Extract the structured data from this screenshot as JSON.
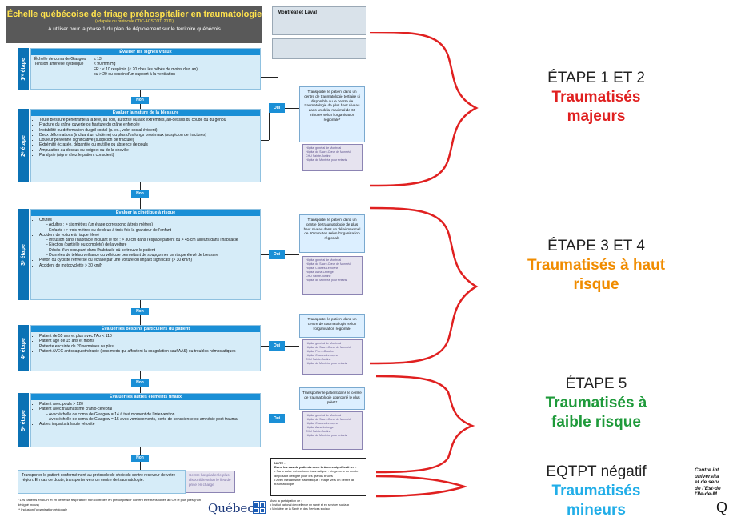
{
  "header": {
    "title": "Échelle québécoise de triage préhospitalier en traumatologie",
    "subtitle": "(adaptée du protocole CDC-ACSCOT, 2011)",
    "usage": "À utiliser pour la phase 1 du plan de déploiement sur le territoire québécois"
  },
  "region": {
    "label": "Montréal et Laval"
  },
  "steps": {
    "s1": "1ʳᵉ étape",
    "s2": "2ᵉ étape",
    "s3": "3ᵉ étape",
    "s4": "4ᵉ étape",
    "s5": "5ᵉ étape"
  },
  "sections": {
    "vitals": {
      "heading": "Évaluer les signes vitaux",
      "rows": [
        [
          "Échelle de coma de Glasgow",
          "≤ 13"
        ],
        [
          "Tension artérielle systolique",
          "< 90 mm Hg"
        ]
      ],
      "fr": "FR : < 10 resp/min (< 20 chez les bébés de moins d'un an)",
      "fr2": "ou > 29 ou besoin d'un support à la ventilation"
    },
    "injury": {
      "heading": "Évaluer la nature de la blessure",
      "items": [
        "Toute blessure pénétrante à la tête, au cou, au torse ou aux extrémités, au-dessus du coude ou du genou",
        "Fracture du crâne ouverte ou fracture du crâne enfoncée",
        "Instabilité ou déformation du gril costal (p. ex., volet costal évident)",
        "Deux déformations (incluant un cédème) ou plus d'os longs proximaux (suspicion de fractures)",
        "Douleur pelvienne significative (suspicion de fracture)",
        "Extrémité écrasée, dégantée ou mutilée ou absence de pouls",
        "Amputation au-dessus du poignet ou de la cheville",
        "Paralysie (signe chez le patient conscient)"
      ]
    },
    "kinetics": {
      "heading": "Évaluer la cinétique à risque",
      "items": [
        "Chutes",
        "– Adultes : > six mètres (un étage correspond à trois mètres)",
        "– Enfants : > trois mètres ou de deux à trois fois la grandeur de l'enfant",
        "Accident de voiture à risque élevé",
        "– Intrusion dans l'habitacle incluant le toit : > 30 cm dans l'espace patient ou > 45 cm ailleurs dans l'habitacle",
        "– Éjection (partielle ou complète) de la voiture",
        "– Décès d'un occupant dans l'habitacle où se trouve le patient",
        "– Données de télésurveillance du véhicule permettant de soupçonner un risque élevé de blessure",
        "Piéton ou cycliste renversé ou écrasé par une voiture ou impact significatif (> 30 km/h)",
        "Accident de motocyclette > 30 km/h"
      ]
    },
    "special": {
      "heading": "Évaluer les besoins particuliers du patient",
      "items": [
        "Patient de 55 ans et plus avec TAo < 110",
        "Patient âgé de 15 ans et moins",
        "Patiente enceinte de 20 semaines ou plus",
        "Patient AVEC anticoagulothérapie (tous meds qui affectent la coagulation sauf AAS) ou troubles hémostatiques"
      ]
    },
    "other": {
      "heading": "Évaluer les autres éléments finaux",
      "items": [
        "Patient avec pouls > 120",
        "Patient avec traumatisme crânio-cérébral",
        "– Avec échelle de coma de Glasgow = 14 à tout moment de l'intervention",
        "– Avec échelle de coma de Glasgow = 15 avec vomissements, perte de conscience ou amnésie post trauma",
        "Autres impacts à haute vélocité"
      ]
    }
  },
  "flow": {
    "non": "Non",
    "oui": "Oui"
  },
  "transport": {
    "t1": "Transporter le patient dans un centre de traumatologie tertiaire si disponible ou le centre de traumatologie de plus haut niveau dans un délai maximal de 60 minutes selon l'organisation régionale*",
    "t2": "Transporter le patient dans un centre de traumatologie de plus haut niveau dans un délai maximal de 60 minutes selon l'organisation régionale",
    "t3": "Transporter le patient dans un centre de traumatologie selon l'organisation régionale",
    "t4": "Transporter le patient dans le centre de traumatologie approprié le plus près**"
  },
  "hospitals": {
    "h1": [
      "Hôpital général de Montréal",
      "Hôpital du Sacré-Cœur de Montréal",
      "CHU Sainte-Justine",
      "Hôpital de Montréal pour enfants"
    ],
    "h2": [
      "Hôpital général de Montréal",
      "Hôpital du Sacré-Cœur de Montréal",
      "Hôpital Charles-Lemoyne",
      "Hôpital Anna-Laberge",
      "CHU Sainte-Justine",
      "Hôpital de Montréal pour enfants"
    ],
    "h3": [
      "Hôpital général de Montréal",
      "Hôpital du Sacré-Cœur de Montréal",
      "Hôpital Pierre-Boucher",
      "Hôpital Charles-Lemoyne",
      "CHU Sainte-Justine",
      "Hôpital de Montréal pour enfants"
    ],
    "h4": [
      "Hôpital général de Montréal",
      "Hôpital du Sacré-Cœur de Montréal",
      "Hôpital Charles-Lemoyne",
      "Hôpital Anna-Laberge",
      "CHU Sainte-Justine",
      "Hôpital de Montréal pour enfants"
    ],
    "h5": "Centre hospitalier le plus disponible selon le lieu de prise en charge"
  },
  "bottom": {
    "text": "Transporter le patient conformément au protocole de choix du centre receveur de votre région. En cas de doute, transporter vers un centre de traumatologie.",
    "foot1": "* Les patients en ACR et en détresse respiratoire non contrôlée en préhospitalier doivent être transportés au CH le plus près (non désigné inclus)",
    "foot2": "** Inclusion l'organisation régionale",
    "note_title": "NOTE :",
    "note_lines": [
      "Dans les cas de patients avec brûlures significatives :",
      "• Sans autre mécanisme traumatique : triage vers un centre disposant désigné pour les grands brûlés",
      "• Avec mécanisme traumatique : triage vers un centre de traumatologie"
    ],
    "quebec": "Québec",
    "partners": [
      "Avec la participation de :",
      "• Institut national d'excellence en santé et en services sociaux",
      "• Ministère de la Santé et des Services sociaux"
    ]
  },
  "right_labels": [
    {
      "top": "ÉTAPE 1 ET 2",
      "lines": [
        "Traumatisés",
        "majeurs"
      ],
      "color": "#e02020"
    },
    {
      "top": "ÉTAPE 3 ET 4",
      "lines": [
        "Traumatisés à haut",
        "risque"
      ],
      "color": "#f08c00"
    },
    {
      "top": "ÉTAPE 5",
      "lines": [
        "Traumatisés à",
        "faible risque"
      ],
      "color": "#1e9a3a"
    },
    {
      "top": "EQTPT négatif",
      "lines": [
        "Traumatisés",
        "mineurs"
      ],
      "color": "#22aee8"
    }
  ],
  "ciusss": [
    "Centre int",
    "universita",
    "et de serv",
    "de l'Est-de",
    "l'Île-de-M"
  ],
  "bracket_color": "#e02020"
}
